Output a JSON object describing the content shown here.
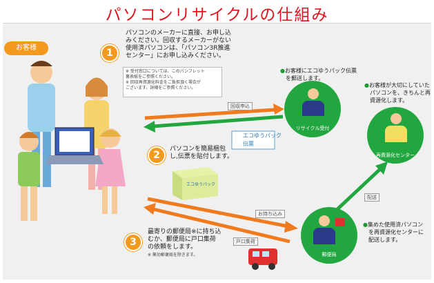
{
  "title": "パソコンリサイクルの仕組み",
  "customer_label": "お客様",
  "step1": {
    "number": "1",
    "text_lines": [
      "パソコンのメーカーに直接、お申し込",
      "みください。回収するメーカーがない",
      "使用済パソコンは、「パソコン3R推進",
      "センター」にお申し込みください。"
    ],
    "notes": [
      "※ 受付窓口については、このパンフレット",
      "裏表紙をご参照ください。",
      "※ 回収再資源化料金をご負担頂く場合が",
      "ございます。詳細をご参照ください。"
    ]
  },
  "step2": {
    "number": "2",
    "text_lines": [
      "パソコンを簡易梱包",
      "し,伝票を貼付します。"
    ],
    "package_label": "エコゆうパック"
  },
  "step3": {
    "number": "3",
    "text_lines": [
      "最寄りの郵便局※に持ち込",
      "むか、郵便局に戸口集荷",
      "の依頼をします。"
    ],
    "footnote": "※ 無効郵便局を除きます。"
  },
  "arrows": {
    "apply": "回収申込",
    "bring": "お持ち込み",
    "pickup": "戸口集荷",
    "deliver": "配送"
  },
  "eco_slip": {
    "line1": "エコゆうパック",
    "line2": "伝票"
  },
  "reception": {
    "bullet_lines": [
      "お客様にエコゆうパック伝票",
      "を郵送します。"
    ],
    "label": "リサイクル受付"
  },
  "recycling_center": {
    "bullet_lines": [
      "お客様が大切にしていた",
      "パソコンを、きちんと再",
      "資源化します。"
    ],
    "label": "再資源化センター"
  },
  "post_office": {
    "bullet_lines": [
      "集めた使用済パソコン",
      "を再資源化センターに",
      "配送します。"
    ],
    "label": "郵便局"
  },
  "colors": {
    "title": "#e0151d",
    "orange": "#f39a1e",
    "green": "#22a63f",
    "arrow_orange": "#f07a1e"
  }
}
